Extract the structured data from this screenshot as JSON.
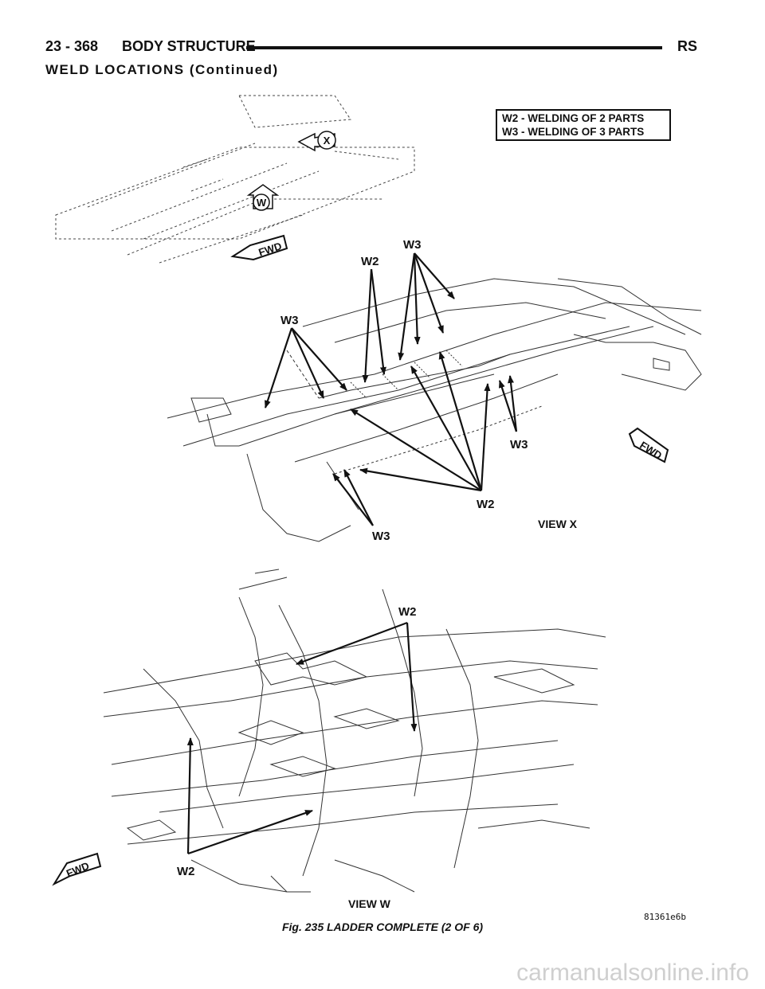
{
  "header": {
    "page_number": "23 - 368",
    "section_title": "BODY STRUCTURE",
    "model_code": "RS"
  },
  "subheading": "WELD LOCATIONS (Continued)",
  "legend": {
    "line1": "W2 - WELDING OF 2 PARTS",
    "line2": "W3 - WELDING OF 3 PARTS"
  },
  "overview": {
    "marker_x": "X",
    "marker_w": "W",
    "fwd": "FWD"
  },
  "view_x": {
    "title": "VIEW X",
    "fwd": "FWD",
    "labels": {
      "w3_top": "W3",
      "w2_top": "W2",
      "w3_left": "W3",
      "w3_right": "W3",
      "w2_bottom": "W2",
      "w3_bottom": "W3"
    }
  },
  "view_w": {
    "title": "VIEW W",
    "fwd": "FWD",
    "labels": {
      "w2_top": "W2",
      "w2_bottom": "W2"
    }
  },
  "figure": {
    "caption": "Fig. 235 LADDER COMPLETE (2 OF 6)",
    "art_code": "81361e6b"
  },
  "watermark": "carmanualsonline.info"
}
